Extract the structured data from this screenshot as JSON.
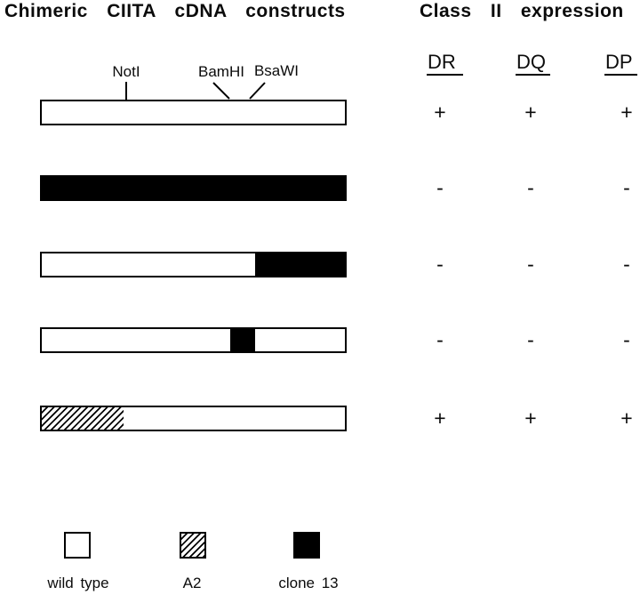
{
  "figure": {
    "title_left": "Chimeric CIITA cDNA constructs",
    "title_right": "Class II expression"
  },
  "restriction_sites": [
    "NotI",
    "BamHI",
    "BsaWI"
  ],
  "expression_columns": [
    "DR",
    "DQ",
    "DP"
  ],
  "constructs": [
    {
      "segments": [
        {
          "fill": "white",
          "from": 0,
          "to": 100
        }
      ],
      "expression": [
        "+",
        "+",
        "+"
      ]
    },
    {
      "segments": [
        {
          "fill": "black",
          "from": 0,
          "to": 100
        }
      ],
      "expression": [
        "-",
        "-",
        "-"
      ]
    },
    {
      "segments": [
        {
          "fill": "white",
          "from": 0,
          "to": 70.5
        },
        {
          "fill": "black",
          "from": 70.5,
          "to": 100
        }
      ],
      "expression": [
        "-",
        "-",
        "-"
      ]
    },
    {
      "segments": [
        {
          "fill": "white",
          "from": 0,
          "to": 62.3
        },
        {
          "fill": "black",
          "from": 62.3,
          "to": 70.3
        },
        {
          "fill": "white",
          "from": 70.3,
          "to": 100
        }
      ],
      "expression": [
        "-",
        "-",
        "-"
      ]
    },
    {
      "segments": [
        {
          "fill": "hatch",
          "from": 0,
          "to": 27
        },
        {
          "fill": "white",
          "from": 27,
          "to": 100
        }
      ],
      "expression": [
        "+",
        "+",
        "+"
      ]
    }
  ],
  "legend": [
    {
      "label": "wild type",
      "fill": "white"
    },
    {
      "label": "A2",
      "fill": "hatch"
    },
    {
      "label": "clone 13",
      "fill": "black"
    }
  ],
  "colors": {
    "ink": "#000000",
    "background": "#ffffff"
  }
}
